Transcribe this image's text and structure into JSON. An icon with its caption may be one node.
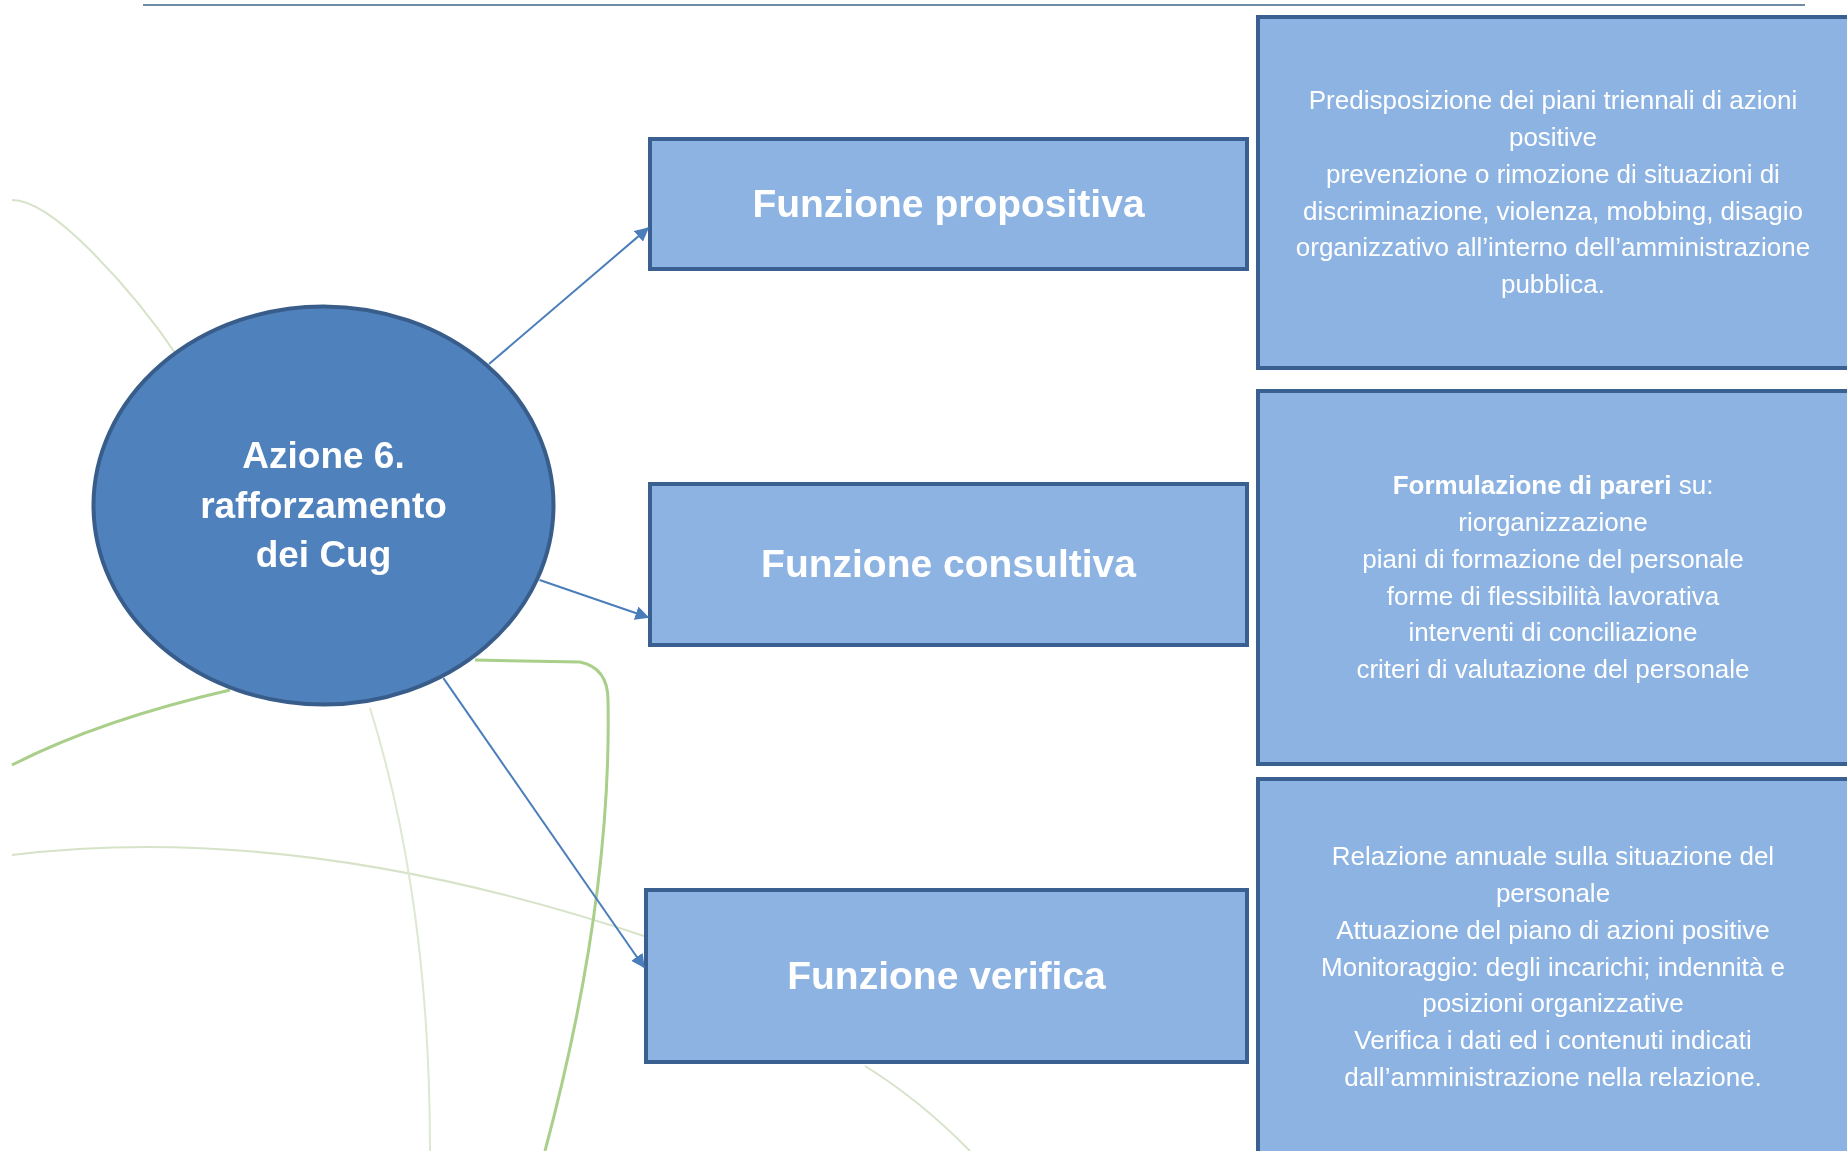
{
  "diagram": {
    "nodes": [
      {
        "text": [
          "Azione 6. rafforzamento dei Cug"
        ]
      },
      {
        "text": [
          "Funzione propositiva"
        ]
      },
      {
        "text": [
          "Predisposizione dei piani triennali di azioni positive",
          "prevenzione o rimozione di situazioni di discriminazione, violenza, mobbing, disagio organizzativo all’interno dell’amministrazione pubblica."
        ]
      },
      {
        "text": [
          "Funzione consultiva"
        ]
      },
      {
        "text": [
          "**Formulazione di pareri** su:",
          "riorganizzazione",
          "piani di formazione del personale",
          "forme di flessibilità lavorativa",
          "interventi di conciliazione",
          "criteri di valutazione del personale"
        ]
      },
      {
        "text": [
          "Funzione verifica"
        ]
      },
      {
        "text": [
          "Relazione annuale sulla situazione del personale",
          "Attuazione del piano di azioni positive",
          "Monitoraggio: degli incarichi; indennità e posizioni organizzative",
          "Verifica i dati ed i contenuti indicati dall’amministrazione nella relazione."
        ]
      }
    ],
    "edges": [
      {
        "from": 0,
        "to": 1,
        "arrow": "to"
      },
      {
        "from": 0,
        "to": 3,
        "arrow": "to"
      },
      {
        "from": 0,
        "to": 5,
        "arrow": "to"
      }
    ]
  }
}
